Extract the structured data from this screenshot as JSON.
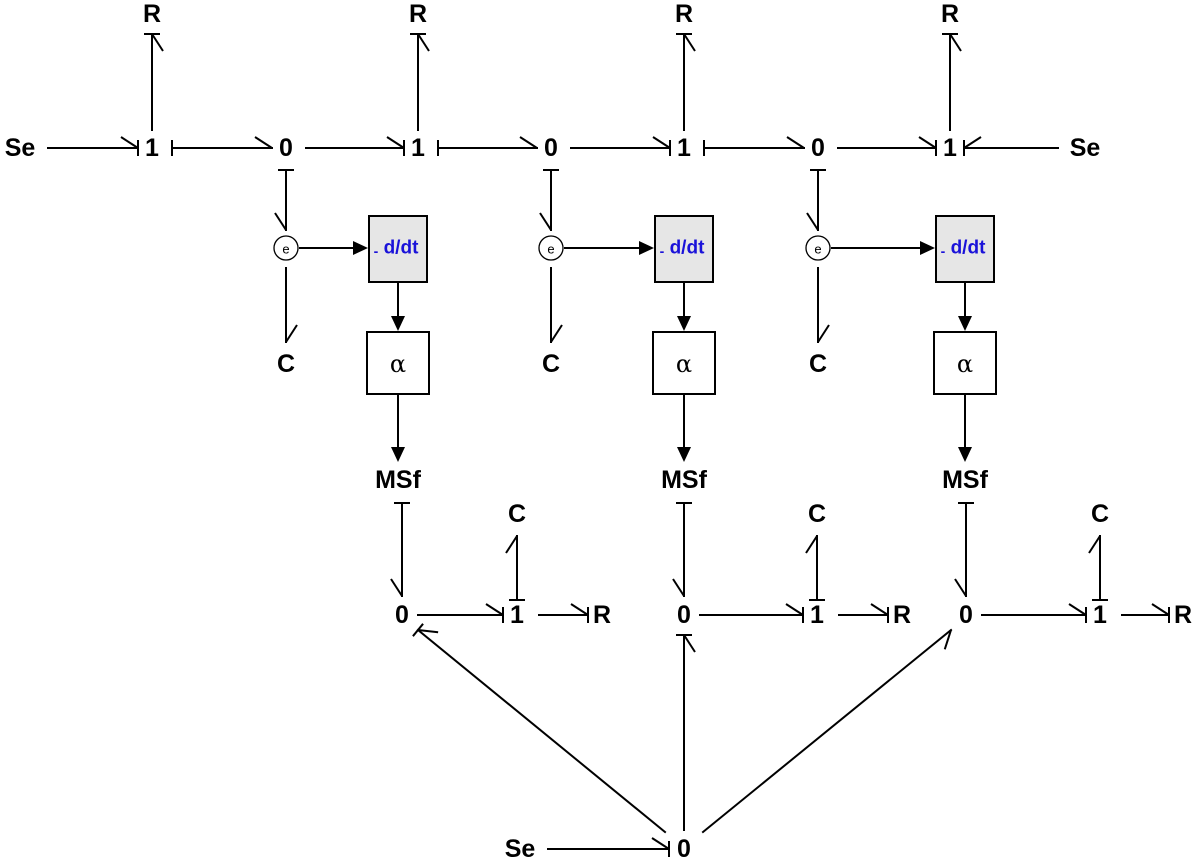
{
  "labels": {
    "effort_source": "Se",
    "one_junction": "1",
    "zero_junction": "0",
    "resistor": "R",
    "capacitor": "C",
    "modulated_flow_source": "MSf",
    "derivative_operator": "d/dt",
    "derivative_sign": "-",
    "gain": "α",
    "effort_sensor": "e"
  }
}
